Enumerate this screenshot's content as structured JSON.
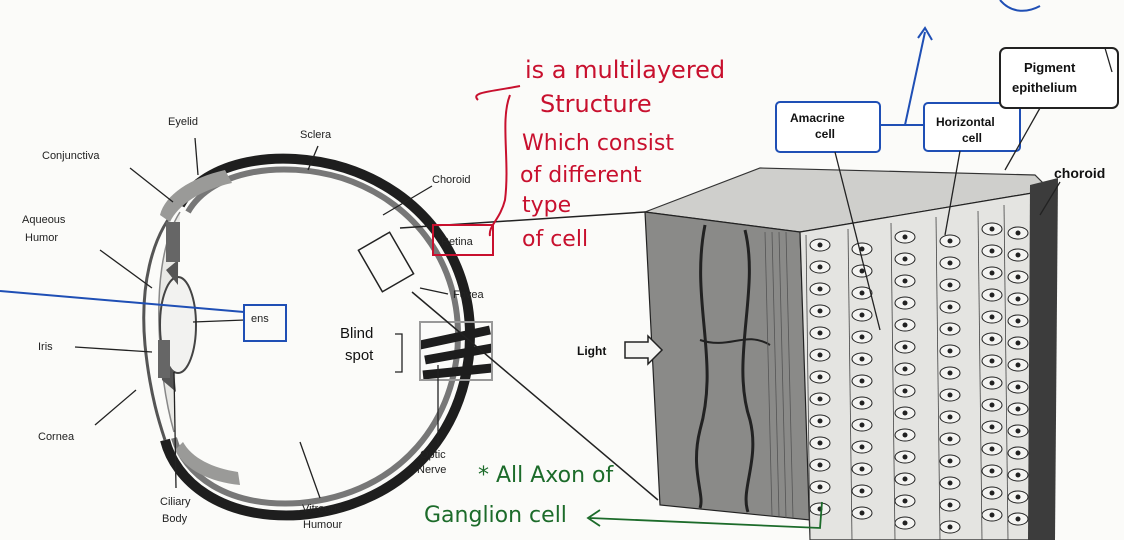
{
  "colors": {
    "ink": "#222222",
    "red_annotation": "#c8102e",
    "green_annotation": "#1c6b2a",
    "blue_annotation": "#1f4fb5",
    "tissue": "#6d6d6d"
  },
  "eye_labels": {
    "eyelid": "Eyelid",
    "sclera": "Sclera",
    "conjunctiva": "Conjunctiva",
    "choroid": "Choroid",
    "aqueous_humor": [
      "Aqueous",
      "Humor"
    ],
    "retina": "Retina",
    "fovea": "Fovea",
    "lens": "ens",
    "blind_spot": [
      "Blind",
      "spot"
    ],
    "iris": "Iris",
    "cornea": "Cornea",
    "optic_nerve": [
      "Optic",
      "Nerve"
    ],
    "ciliary_body": [
      "Ciliary",
      "Body"
    ],
    "vitreous_humour": [
      "Vitreous",
      "Humour"
    ]
  },
  "retina_labels": {
    "pigment_epithelium": [
      "Pigment",
      "epithelium"
    ],
    "amacrine_cell": [
      "Amacrine",
      "cell"
    ],
    "horizontal_cell": [
      "Horizontal",
      "cell"
    ],
    "choroid": "choroid",
    "light": "Light"
  },
  "annotations": {
    "retina_note": [
      "is a multilayered",
      "Structure",
      "Which consist",
      "of different",
      "type",
      "of cell"
    ],
    "ganglion_note": [
      "* All Axon of",
      "Ganglion cell"
    ]
  }
}
